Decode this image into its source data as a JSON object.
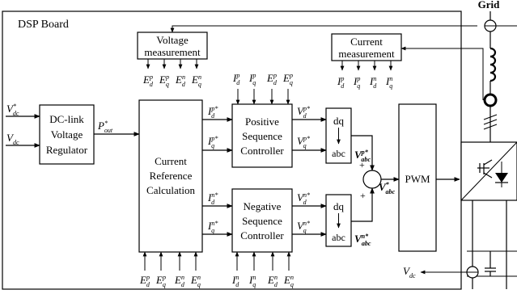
{
  "board_title": "DSP Board",
  "grid_label": "Grid",
  "inputs": {
    "vdc_ref_base": "V",
    "vdc_ref_sub": "dc",
    "vdc_ref_sup": "*",
    "vdc_base": "V",
    "vdc_sub": "dc",
    "vdc_out_base": "V",
    "vdc_out_sub": "dc"
  },
  "blocks": {
    "dc_link": [
      "DC-link",
      "Voltage",
      "Regulator"
    ],
    "current_ref": [
      "Current",
      "Reference",
      "Calculation"
    ],
    "pos_seq": [
      "Positive",
      "Sequence",
      "Controller"
    ],
    "neg_seq": [
      "Negative",
      "Sequence",
      "Controller"
    ],
    "pwm": "PWM",
    "voltage_meas": [
      "Voltage",
      "measurement"
    ],
    "current_meas": [
      "Current",
      "measurement"
    ],
    "dq": "dq",
    "abc": "abc"
  },
  "signals": {
    "p_out": {
      "base": "P",
      "sub": "out",
      "sup": "*"
    },
    "id_p_star": {
      "base": "I",
      "sub": "d",
      "sup": "p*"
    },
    "iq_p_star": {
      "base": "I",
      "sub": "q",
      "sup": "p*"
    },
    "id_n_star": {
      "base": "I",
      "sub": "d",
      "sup": "n*"
    },
    "iq_n_star": {
      "base": "I",
      "sub": "q",
      "sup": "n*"
    },
    "vd_p_star": {
      "base": "V",
      "sub": "d",
      "sup": "p*"
    },
    "vq_p_star": {
      "base": "V",
      "sub": "q",
      "sup": "p*"
    },
    "vd_n_star": {
      "base": "V",
      "sub": "d",
      "sup": "n*"
    },
    "vq_n_star": {
      "base": "V",
      "sub": "q",
      "sup": "n*"
    },
    "vabc_p": {
      "base": "V",
      "sub": "abc",
      "sup": "p*"
    },
    "vabc_n": {
      "base": "V",
      "sub": "abc",
      "sup": "n*"
    },
    "vabc": {
      "base": "V",
      "sub": "abc",
      "sup": "*"
    }
  },
  "plus": "+",
  "voltage_meas_outputs": [
    {
      "base": "E",
      "sub": "d",
      "sup": "p"
    },
    {
      "base": "E",
      "sub": "q",
      "sup": "p"
    },
    {
      "base": "E",
      "sub": "d",
      "sup": "n"
    },
    {
      "base": "E",
      "sub": "q",
      "sup": "n"
    }
  ],
  "current_meas_outputs": [
    {
      "base": "I",
      "sub": "d",
      "sup": "p"
    },
    {
      "base": "I",
      "sub": "q",
      "sup": "p"
    },
    {
      "base": "I",
      "sub": "d",
      "sup": "n"
    },
    {
      "base": "I",
      "sub": "q",
      "sup": "n"
    }
  ],
  "pos_ctrl_inputs": [
    {
      "base": "I",
      "sub": "d",
      "sup": "p"
    },
    {
      "base": "I",
      "sub": "q",
      "sup": "p"
    },
    {
      "base": "E",
      "sub": "d",
      "sup": "p"
    },
    {
      "base": "E",
      "sub": "q",
      "sup": "p"
    }
  ],
  "ref_calc_inputs": [
    {
      "base": "E",
      "sub": "d",
      "sup": "p"
    },
    {
      "base": "E",
      "sub": "q",
      "sup": "p"
    },
    {
      "base": "E",
      "sub": "d",
      "sup": "n"
    },
    {
      "base": "E",
      "sub": "q",
      "sup": "n"
    }
  ],
  "neg_ctrl_inputs": [
    {
      "base": "I",
      "sub": "d",
      "sup": "n"
    },
    {
      "base": "I",
      "sub": "q",
      "sup": "n"
    },
    {
      "base": "E",
      "sub": "d",
      "sup": "n"
    },
    {
      "base": "E",
      "sub": "q",
      "sup": "n"
    }
  ]
}
